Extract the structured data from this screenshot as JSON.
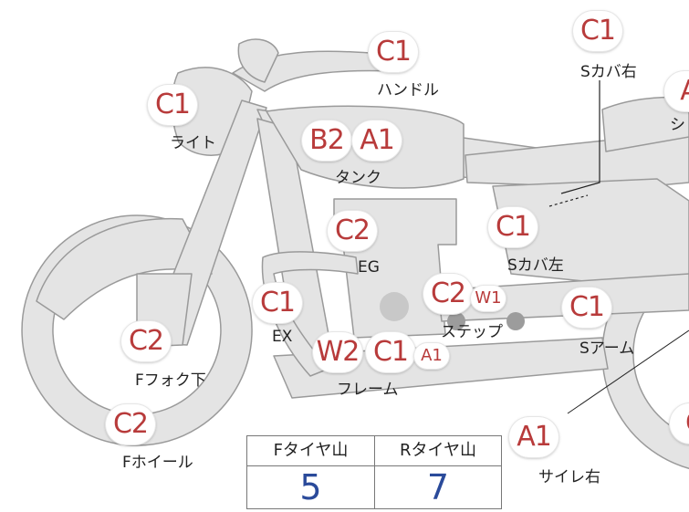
{
  "parts": {
    "handle": {
      "grades": [
        "C1"
      ],
      "label": "ハンドル"
    },
    "light": {
      "grades": [
        "C1"
      ],
      "label": "ライト"
    },
    "tank": {
      "grades": [
        "B2",
        "A1"
      ],
      "label": "タンク"
    },
    "side_cover_r": {
      "grades": [
        "C1"
      ],
      "label": "Sカバ右"
    },
    "seat": {
      "grades": [
        "A"
      ],
      "label": "シ"
    },
    "engine": {
      "grades": [
        "C2"
      ],
      "label": "EG"
    },
    "side_cover_l": {
      "grades": [
        "C1"
      ],
      "label": "Sカバ左"
    },
    "exhaust": {
      "grades": [
        "C1"
      ],
      "label": "EX"
    },
    "step": {
      "grades": [
        "C2",
        "W1"
      ],
      "label": "ステップ"
    },
    "swing_arm": {
      "grades": [
        "C1"
      ],
      "label": "Sアーム"
    },
    "front_fork": {
      "grades": [
        "C2"
      ],
      "label": "Fフォク下"
    },
    "frame": {
      "grades": [
        "W2",
        "C1",
        "A1"
      ],
      "label": "フレーム"
    },
    "front_wheel": {
      "grades": [
        "C2"
      ],
      "label": "Fホイール"
    },
    "muffler_r": {
      "grades": [
        "A1"
      ],
      "label": "サイレ右"
    },
    "rear_partial": {
      "grades": [
        "C"
      ],
      "label": ""
    }
  },
  "tread": {
    "front_header": "Fタイヤ山",
    "rear_header": "Rタイヤ山",
    "front_value": "5",
    "rear_value": "7"
  },
  "colors": {
    "grade_text": "#b83b3b",
    "tread_value": "#2a4a9a",
    "bike_fill": "#e4e4e4",
    "bike_stroke": "#9a9a9a"
  }
}
